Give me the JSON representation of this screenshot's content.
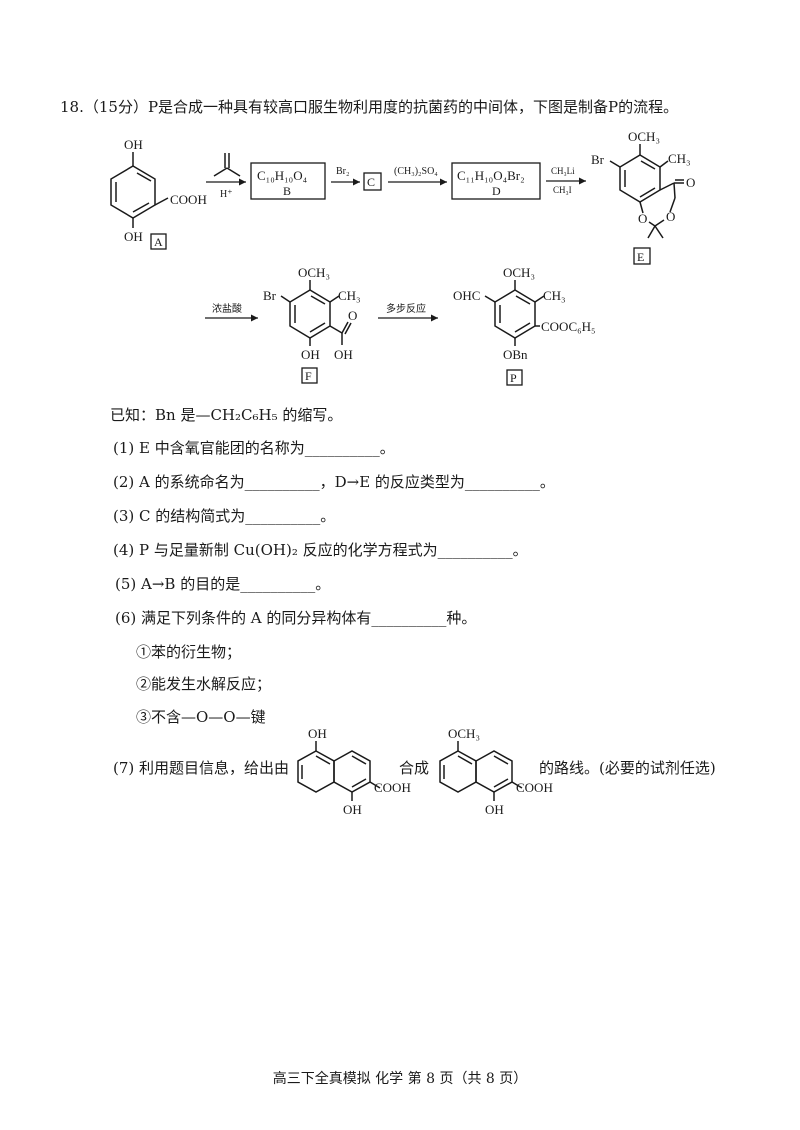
{
  "question": {
    "title": "18.（15分）P是合成一种具有较高口服生物利用度的抗菌药的中间体，下图是制备P的流程。"
  },
  "scheme": {
    "A": {
      "oh_top": "OH",
      "cooh": "COOH",
      "oh_bottom": "OH",
      "label": "A"
    },
    "reagent1": "H⁺",
    "B": {
      "formula": "C₁₀H₁₀O₄",
      "label": "B"
    },
    "reagent2": "Br₂",
    "C": {
      "label": "C"
    },
    "reagent3": "(CH₃)₂SO₄",
    "D": {
      "formula": "C₁₁H₁₀O₄Br₂",
      "label": "D"
    },
    "reagent4_top": "CH₃Li",
    "reagent4_bottom": "CH₃I",
    "E": {
      "och3": "OCH₃",
      "br": "Br",
      "ch3": "CH₃",
      "o_ring": "O",
      "o_carbonyl": "O",
      "label": "E"
    },
    "reagent5": "浓盐酸",
    "F": {
      "och3": "OCH₃",
      "br": "Br",
      "ch3": "CH₃",
      "oh": "OH",
      "o": "O",
      "oh2": "OH",
      "label": "F"
    },
    "reagent6": "多步反应",
    "P": {
      "och3": "OCH₃",
      "cho": "OHC",
      "ch3": "CH₃",
      "ester": "COOC₆H₅",
      "obn": "OBn",
      "label": "P"
    }
  },
  "known": "已知：Bn 是—CH₂C₆H₅ 的缩写。",
  "questions": [
    {
      "id": "q1",
      "text": "(1) E 中含氧官能团的名称为__________。"
    },
    {
      "id": "q2",
      "text": "(2) A 的系统命名为__________，D→E 的反应类型为__________。"
    },
    {
      "id": "q3",
      "text": "(3) C 的结构简式为__________。"
    },
    {
      "id": "q4",
      "text": "(4) P 与足量新制 Cu(OH)₂ 反应的化学方程式为__________。"
    },
    {
      "id": "q5",
      "text": "(5) A→B 的目的是__________。"
    },
    {
      "id": "q6",
      "text": "(6) 满足下列条件的 A 的同分异构体有__________种。"
    }
  ],
  "conditions": [
    "①苯的衍生物；",
    "②能发生水解反应；",
    "③不含—O—O—键"
  ],
  "q7": {
    "prefix": "(7) 利用题目信息，给出由",
    "middle": "合成",
    "suffix": "的路线。(必要的试剂任选)",
    "start": {
      "oh_top": "OH",
      "cooh": "COOH",
      "oh_bottom": "OH"
    },
    "target": {
      "och3": "OCH₃",
      "cooh": "COOH",
      "oh_bottom": "OH"
    }
  },
  "footer": "高三下全真模拟 化学 第 8 页（共 8 页）"
}
